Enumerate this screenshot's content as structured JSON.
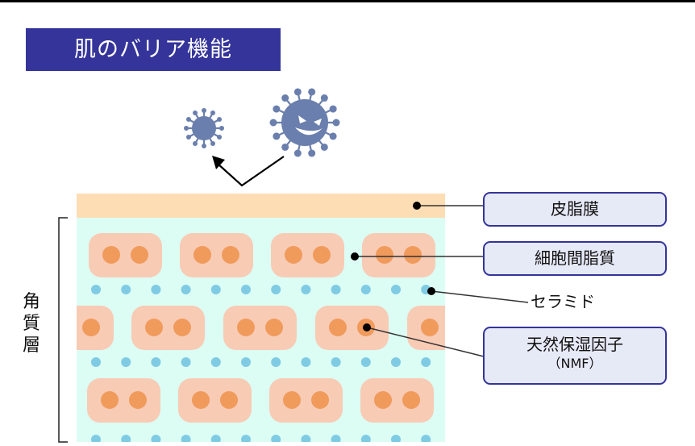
{
  "title": "肌のバリア機能",
  "labels": {
    "sebum": "皮脂膜",
    "intercellular_lipid": "細胞間脂質",
    "ceramide": "セラミド",
    "nmf": "天然保湿因子",
    "nmf_sub": "（NMF）",
    "stratum_corneum": "角質層"
  },
  "colors": {
    "title_bg": "#34349a",
    "sebum_layer": "#fdddb3",
    "corneum_bg": "#dcfdf4",
    "cell": "#f8cbb5",
    "nucleus": "#f09b5c",
    "ceramide": "#80cbe4",
    "virus": "#6a7fad",
    "label_bg": "#e6e9f6",
    "label_border": "#34349a"
  },
  "icons": [
    "small-virus-icon",
    "evil-virus-icon",
    "deflect-arrow-icon"
  ]
}
